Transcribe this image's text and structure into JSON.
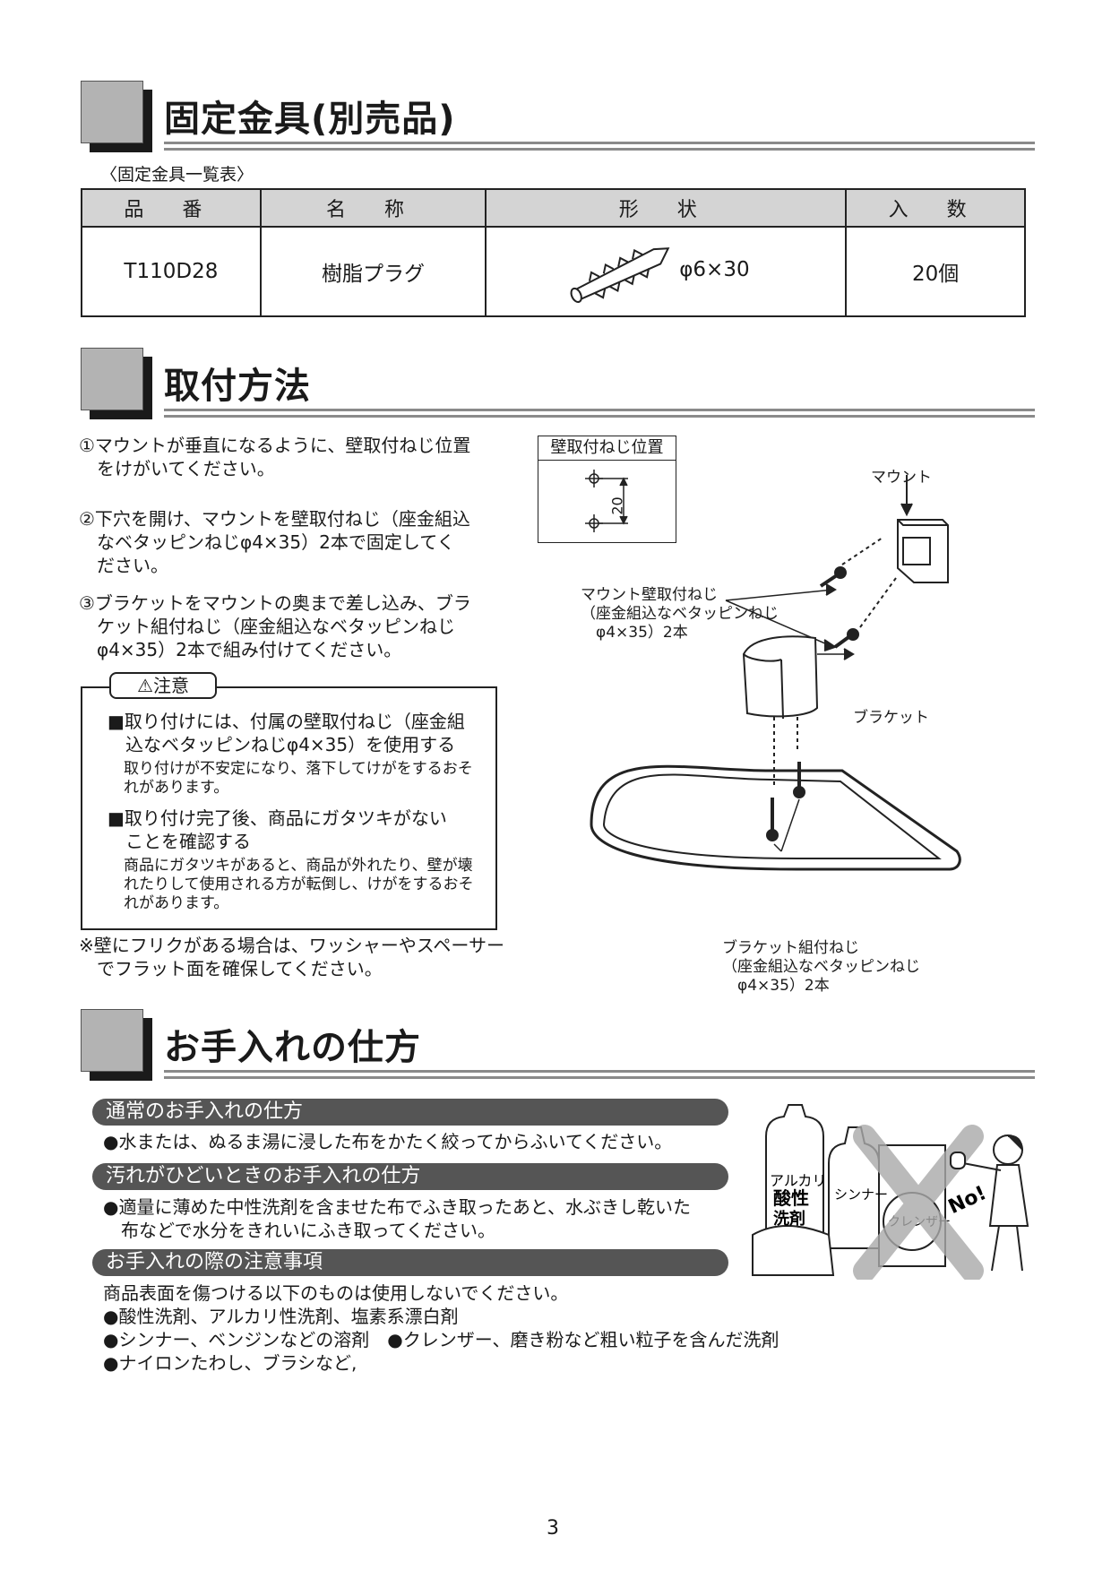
{
  "sections": {
    "fixing": {
      "title": "固定金具(別売品)"
    },
    "install": {
      "title": "取付方法"
    },
    "care": {
      "title": "お手入れの仕方"
    }
  },
  "parts_table": {
    "caption": "〈固定金具一覧表〉",
    "headers": [
      "品 番",
      "名 称",
      "形 状",
      "入 数"
    ],
    "row": {
      "part_no": "T110D28",
      "name": "樹脂プラグ",
      "shape_spec": "φ6×30",
      "quantity": "20個"
    }
  },
  "install_steps": [
    [
      "①マウントが垂直になるように、壁取付ねじ位置",
      "　をけがいてください。"
    ],
    [
      "②下穴を開け、マウントを壁取付ねじ（座金組込",
      "　なベタッピンねじφ4×35）2本で固定してく",
      "　ださい。"
    ],
    [
      "③ブラケットをマウントの奥まで差し込み、ブラ",
      "　ケット組付ねじ（座金組込なベタッピンねじ",
      "　φ4×35）2本で組み付けてください。"
    ]
  ],
  "caution": {
    "tag": "注意",
    "items": [
      {
        "head": [
          "■取り付けには、付属の壁取付ねじ（座金組",
          "　込なベタッピンねじφ4×35）を使用する"
        ],
        "body": [
          "取り付けが不安定になり、落下してけがをするおそ",
          "れがあります。"
        ]
      },
      {
        "head": [
          "■取り付け完了後、商品にガタツキがない",
          "　ことを確認する"
        ],
        "body": [
          "商品にガタツキがあると、商品が外れたり、壁が壊",
          "れたりして使用される方が転倒し、けがをするおそ",
          "れがあります。"
        ]
      }
    ]
  },
  "note": [
    "※壁にフリクがある場合は、ワッシャーやスペーサー",
    "　でフラット面を確保してください。"
  ],
  "diagram": {
    "screw_pos_title": "壁取付ねじ位置",
    "dim": "20",
    "mount_label": "マウント",
    "mount_screw_label": [
      "マウント壁取付ねじ",
      "（座金組込なベタッピンねじ",
      "　φ4×35）2本"
    ],
    "bracket_label": "ブラケット",
    "bracket_screw_label": [
      "ブラケット組付ねじ",
      "（座金組込なベタッピンねじ",
      "　φ4×35）2本"
    ]
  },
  "care": {
    "normal_title": "通常のお手入れの仕方",
    "normal_text": "●水または、ぬるま湯に浸した布をかたく絞ってからふいてください。",
    "dirty_title": "汚れがひどいときのお手入れの仕方",
    "dirty_text": [
      "●適量に薄めた中性洗剤を含ませた布でふき取ったあと、水ぶきし乾いた",
      "　布などで水分をきれいにふき取ってください。"
    ],
    "caution_title": "お手入れの際の注意事項",
    "caution_intro": "商品表面を傷つける以下のものは使用しないでください。",
    "caution_items": [
      "●酸性洗剤、アルカリ性洗剤、塩素系漂白剤",
      "●シンナー、ベンジンなどの溶剤　●クレンザー、磨き粉など粗い粒子を含んだ洗剤",
      "●ナイロンたわし、ブラシなど,"
    ],
    "illustration": {
      "bottle1": [
        "アルカリ",
        "酸性",
        "洗剤"
      ],
      "bottle2": "シンナー",
      "can": "クレンザー",
      "no_sign": "No!"
    }
  },
  "page_number": "3"
}
